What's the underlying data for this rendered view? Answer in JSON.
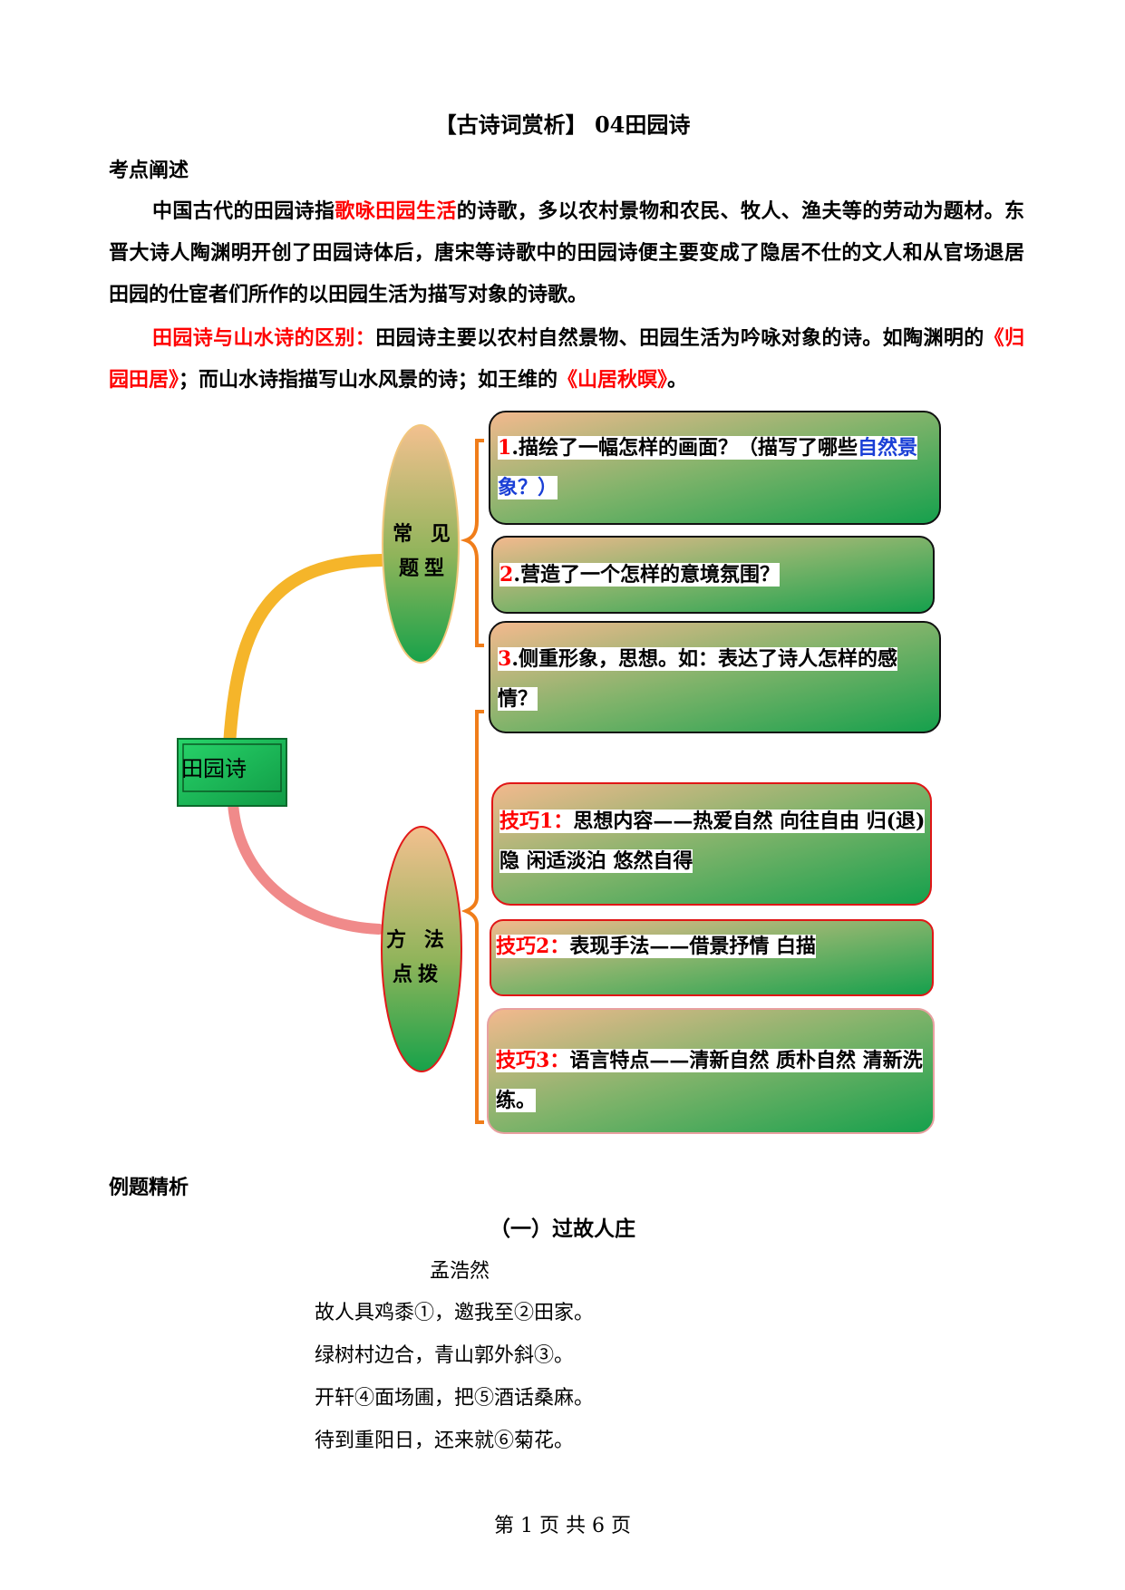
{
  "title": "【古诗词赏析】 04田园诗",
  "section1": "考点阐述",
  "para1": {
    "a": "中国古代的田园诗指",
    "b": "歌咏田园生活",
    "c": "的诗歌，多以农村景物和农民、牧人、渔夫等的劳动为题材。东晋大诗人陶渊明开创了田园诗体后，唐宋等诗歌中的田园诗便主要变成了隐居不仕的文人和从官场退居田园的仕宦者们所作的以田园生活为描写对象的诗歌。"
  },
  "para2": {
    "a": "田园诗与山水诗的区别：",
    "b": "田园诗主要以农村自然景物、田园生活为吟咏对象的诗。如陶渊明的",
    "c": "《归园田居》",
    "d": "；而山水诗指描写山水风景的诗；如王维的",
    "e": "《山居秋暝》",
    "f": "。"
  },
  "diagram": {
    "center": "田园诗",
    "branch1": {
      "label_line1": "常 见",
      "label_line2": "题型",
      "items": [
        {
          "num": "1",
          "text_a": ".描绘了一幅怎样的画面？（描写了哪些",
          "text_b": "自然景象？）"
        },
        {
          "num": "2",
          "text_a": ".营造了一个怎样的意境氛围？"
        },
        {
          "num": "3",
          "text_a": ".侧重形象，思想。如：表达了诗人怎样的感情？"
        }
      ]
    },
    "branch2": {
      "label_line1": "方 法",
      "label_line2": "点拨",
      "items": [
        {
          "label": "技巧1：",
          "text": "思想内容——热爱自然 向往自由 归(退)隐 闲适淡泊 悠然自得"
        },
        {
          "label": "技巧2：",
          "text": "表现手法——借景抒情 白描"
        },
        {
          "label": "技巧3：",
          "text": "语言特点——清新自然 质朴自然 清新洗练。"
        }
      ]
    }
  },
  "section2": "例题精析",
  "poem": {
    "title": "（一）过故人庄",
    "author": "孟浩然",
    "lines": [
      "故人具鸡黍①，邀我至②田家。",
      "绿树村边合，青山郭外斜③。",
      "开轩④面场圃，把⑤酒话桑麻。",
      "待到重阳日，还来就⑥菊花。"
    ]
  },
  "footer": "第 1 页 共 6 页"
}
